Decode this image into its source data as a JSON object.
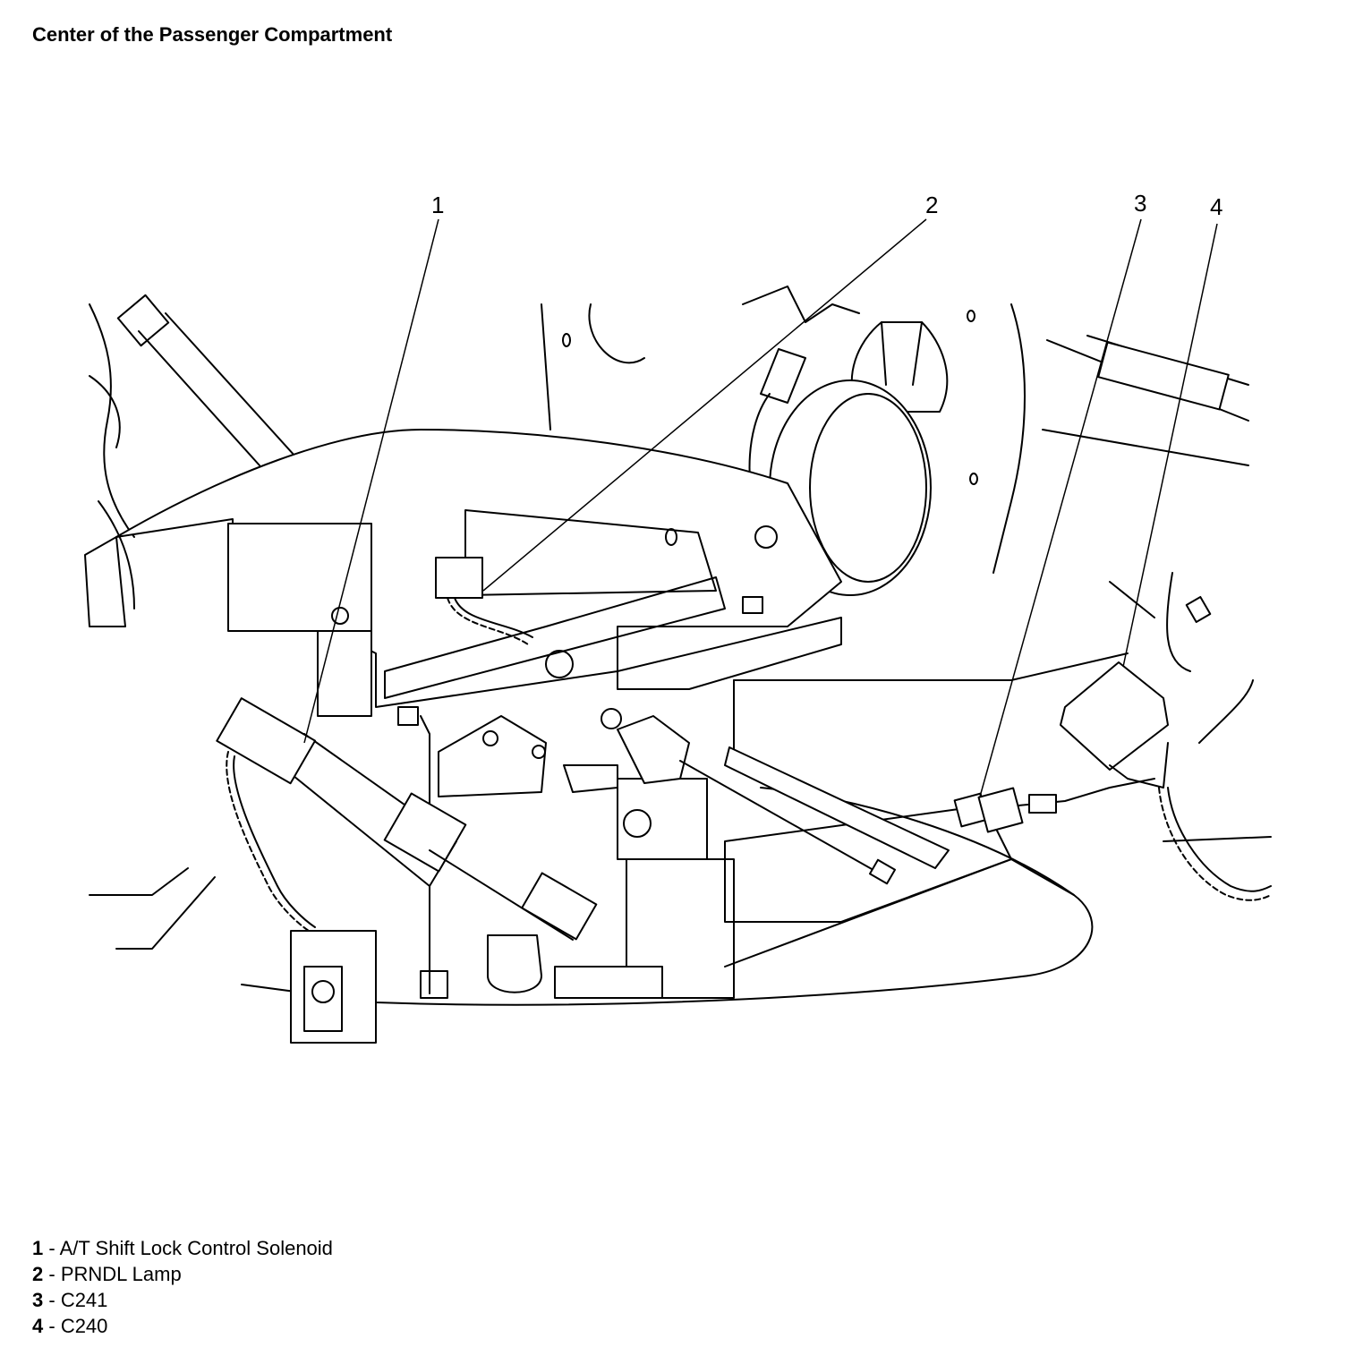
{
  "title": "Center of the Passenger Compartment",
  "callouts": [
    {
      "number": "1",
      "label": "A/T Shift Lock Control Solenoid"
    },
    {
      "number": "2",
      "label": "PRNDL Lamp"
    },
    {
      "number": "3",
      "label": "C241"
    },
    {
      "number": "4",
      "label": "C240"
    }
  ]
}
